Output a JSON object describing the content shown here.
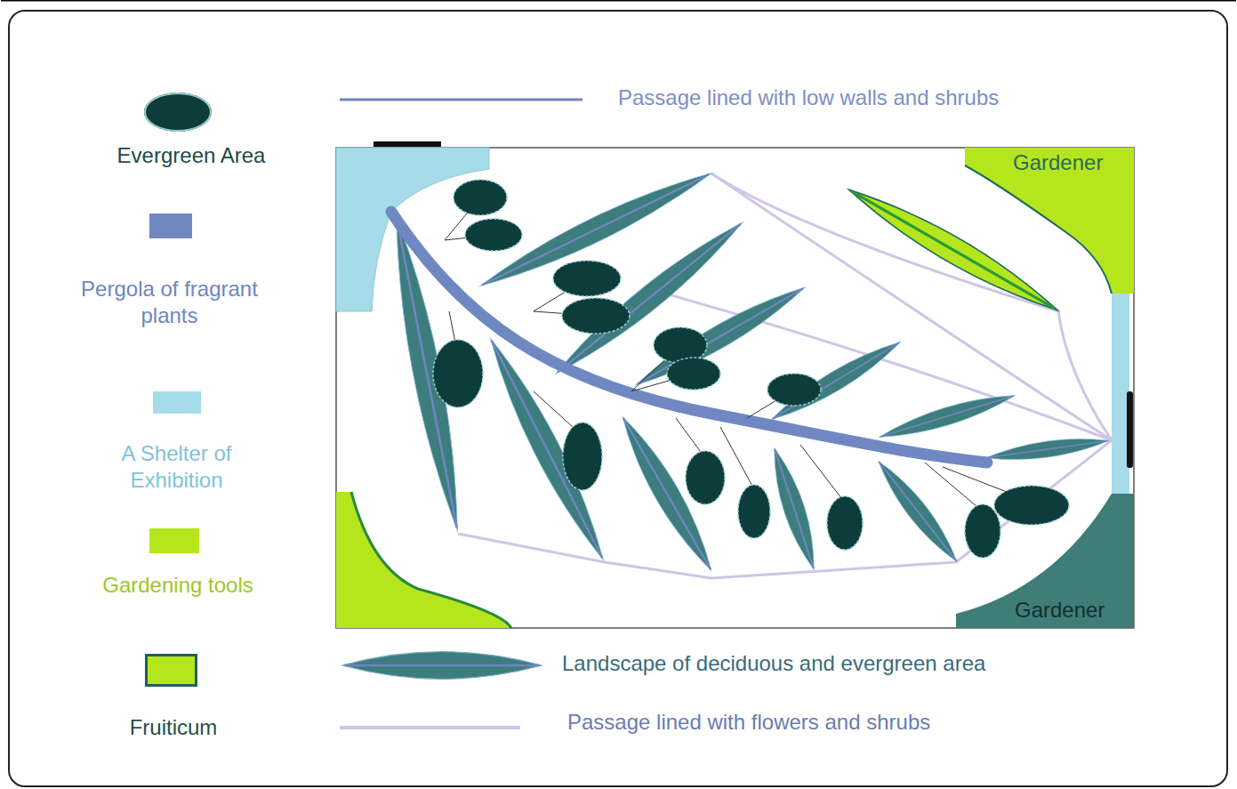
{
  "diagram": {
    "nodes": [
      {
        "text": [
          "Gardener"
        ]
      },
      {
        "text": [
          "Gardener"
        ]
      }
    ],
    "legend": [
      {
        "text": "Evergreen Area",
        "color": "#0d3d3a"
      },
      {
        "text": "Passage lined with low walls and shrubs"
      },
      {
        "text": "Pergola of fragrant plants",
        "color": "#7088c2"
      },
      {
        "text": "A Shelter of Exhibition",
        "color": "#a6dbea"
      },
      {
        "text": "Gardening tools",
        "color": "#b5e61d"
      },
      {
        "text": "Fruiticum",
        "color": "#b5e61d"
      },
      {
        "text": "Landscape of deciduous and evergreen area"
      },
      {
        "text": "Passage lined with flowers and shrubs"
      }
    ]
  }
}
